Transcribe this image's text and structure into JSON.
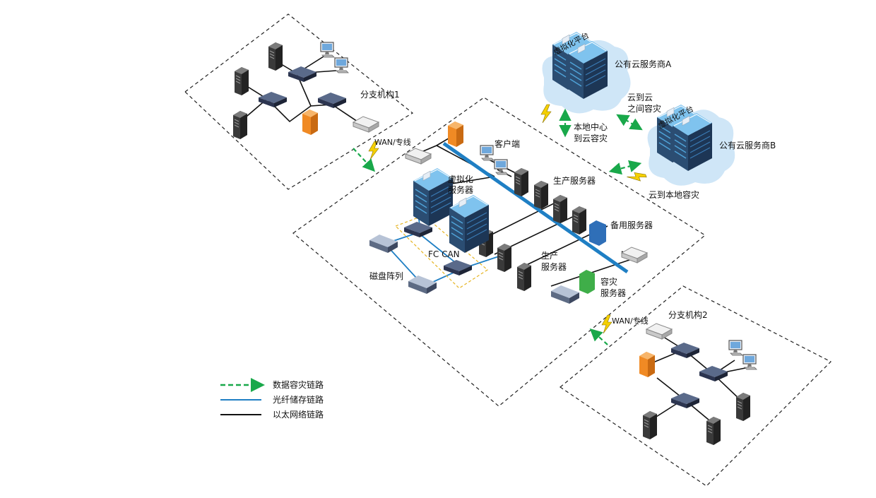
{
  "labels": {
    "branch1": "分支机构1",
    "branch2": "分支机构2",
    "wan1": "WAN/专线",
    "wan2": "WAN/专线",
    "client": "客户端",
    "virt_server_line1": "虚拟化",
    "virt_server_line2": "服务器",
    "prod_server_top": "生产服务器",
    "standby_server": "备用服务器",
    "prod_server_mid_line1": "生产",
    "prod_server_mid_line2": "服务器",
    "dr_server_line1": "容灾",
    "dr_server_line2": "服务器",
    "fc_can": "FC CAN",
    "disk_array": "磁盘阵列",
    "cloud_a": "公有云服务商A",
    "cloud_b": "公有云服务商B",
    "cloud_to_cloud_line1": "云到云",
    "cloud_to_cloud_line2": "之间容灾",
    "local_to_cloud_line1": "本地中心",
    "local_to_cloud_line2": "到云容灾",
    "cloud_to_local": "云到本地容灾",
    "platform": "虚拟化平台"
  },
  "legend": [
    {
      "label": "数据容灾链路",
      "style": "dashed-arrow",
      "color": "#19a84a"
    },
    {
      "label": "光纤储存链路",
      "style": "line",
      "color": "#1f7fc4"
    },
    {
      "label": "以太网络链路",
      "style": "line",
      "color": "#111111"
    }
  ],
  "colors": {
    "dr_link": "#19a84a",
    "fiber": "#1f7fc4",
    "ethernet": "#111111",
    "lightning": "#f5d000",
    "firewall": "#f08a24",
    "cloud": "#cfe6f7"
  }
}
